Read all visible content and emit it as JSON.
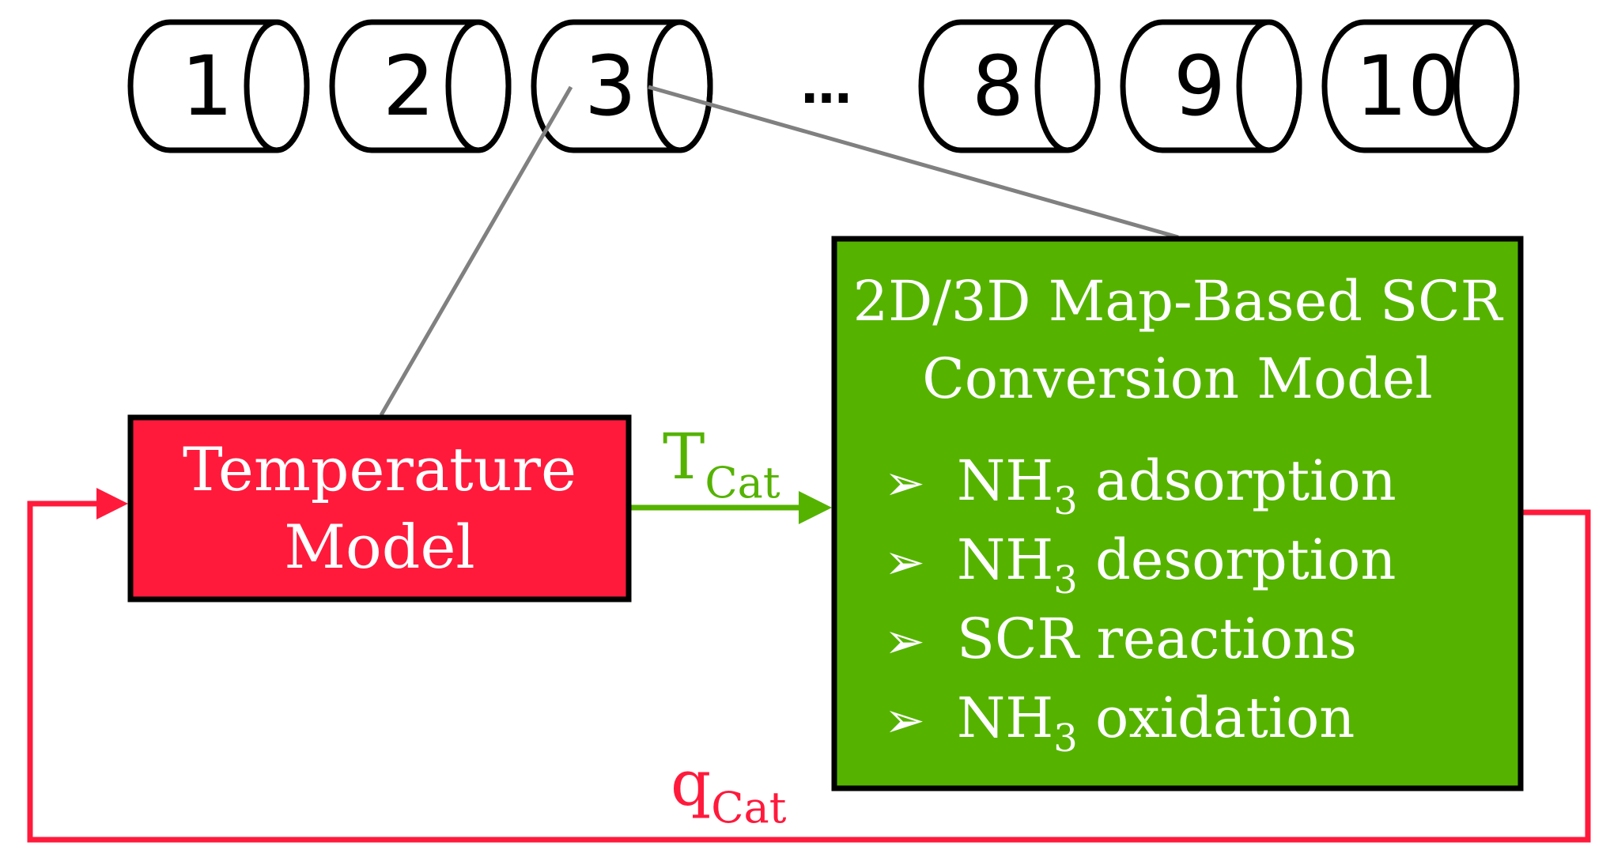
{
  "segments": [
    {
      "label": "1"
    },
    {
      "label": "2"
    },
    {
      "label": "3"
    },
    {
      "label": "8"
    },
    {
      "label": "9"
    },
    {
      "label": "10"
    }
  ],
  "ellipsis": "…",
  "temperature_model": {
    "line1": "Temperature",
    "line2": "Model",
    "fill": "#ff1a3c"
  },
  "scr_model": {
    "title_line1": "2D/3D Map-Based SCR",
    "title_line2": "Conversion Model",
    "fill": "#55b300",
    "bullet_glyph": "➢",
    "items": [
      {
        "pre": "NH",
        "sub": "3",
        "post": " adsorption"
      },
      {
        "pre": "NH",
        "sub": "3",
        "post": " desorption"
      },
      {
        "pre": "SCR reactions",
        "sub": "",
        "post": ""
      },
      {
        "pre": "NH",
        "sub": "3",
        "post": " oxidation"
      }
    ]
  },
  "t_cat": {
    "main": "T",
    "sub": "Cat",
    "color": "#55b300"
  },
  "q_cat": {
    "main": "q",
    "sub": "Cat",
    "color": "#ff1a3c"
  },
  "connector_color": "#808080"
}
